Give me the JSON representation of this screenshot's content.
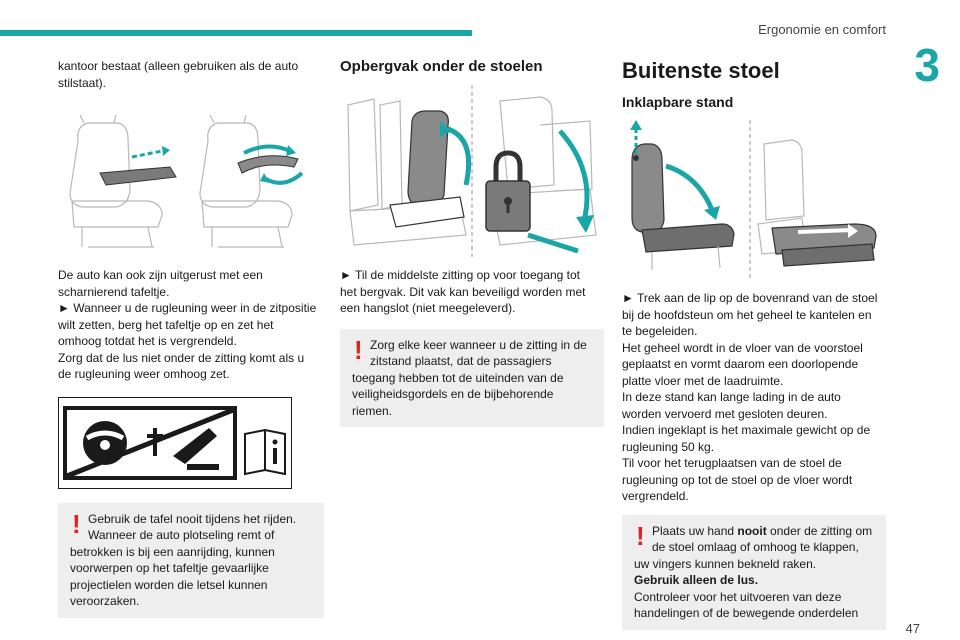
{
  "header": {
    "title": "Ergonomie en comfort",
    "chapter": "3",
    "page": "47"
  },
  "col1": {
    "intro": "kantoor bestaat (alleen gebruiken als de auto stilstaat).",
    "text_lines": [
      "De auto kan ook zijn uitgerust met een",
      "scharnierend tafeltje.",
      "► Wanneer u de rugleuning weer in de zitpositie",
      "wilt zetten, berg het tafeltje op en zet het",
      "omhoog totdat het is vergrendeld.",
      "Zorg dat de lus niet onder de zitting komt als u",
      "de rugleuning weer omhoog zet."
    ],
    "warning_lines": [
      "Gebruik de tafel nooit tijdens het rijden.",
      "Wanneer de auto plotseling remt of",
      "betrokken is bij een aanrijding, kunnen",
      "voorwerpen op het tafeltje gevaarlijke",
      "projectielen worden die letsel kunnen",
      "veroorzaken."
    ]
  },
  "col2": {
    "heading": "Opbergvak onder de stoelen",
    "text_lines": [
      "► Til de middelste zitting op voor toegang tot",
      "het bergvak. Dit vak kan beveiligd worden met",
      "een hangslot (niet meegeleverd)."
    ],
    "warning_lines": [
      "Zorg elke keer wanneer u de zitting in de",
      "zitstand plaatst, dat de passagiers",
      "toegang hebben tot de uiteinden van de",
      "veiligheidsgordels en de bijbehorende riemen."
    ]
  },
  "col3": {
    "title": "Buitenste stoel",
    "subtitle": "Inklapbare stand",
    "text_lines": [
      "► Trek aan de lip op de bovenrand van de stoel",
      "bij de hoofdsteun om het geheel te kantelen en",
      "te begeleiden.",
      "Het geheel wordt in de vloer van de voorstoel",
      "geplaatst en vormt daarom een doorlopende",
      "platte vloer met de laadruimte.",
      "In deze stand kan lange lading in de auto",
      "worden vervoerd met gesloten deuren.",
      "Indien ingeklapt is het maximale gewicht op de",
      "rugleuning 50 kg.",
      "Til voor het terugplaatsen van de stoel de",
      "rugleuning op tot de stoel op de vloer wordt",
      "vergrendeld."
    ],
    "warning": {
      "l1_pre": "Plaats uw hand ",
      "l1_bold": "nooit",
      "l1_post": " onder de zitting om",
      "l2": "de stoel omlaag of omhoog te klappen,",
      "l3": "uw vingers kunnen bekneld raken.",
      "l4_bold": "Gebruik alleen de lus.",
      "l5": "Controleer voor het uitvoeren van deze",
      "l6": "handelingen of de bewegende onderdelen"
    }
  },
  "colors": {
    "accent": "#1aa6a6",
    "warning": "#e1241b",
    "warning_bg": "#eeeeee"
  },
  "icons": [
    "seat-table-illustration",
    "storage-padlock-illustration",
    "pictogram-no-driving",
    "info-book-icon",
    "seat-fold-illustration",
    "warning-exclamation-icon"
  ]
}
